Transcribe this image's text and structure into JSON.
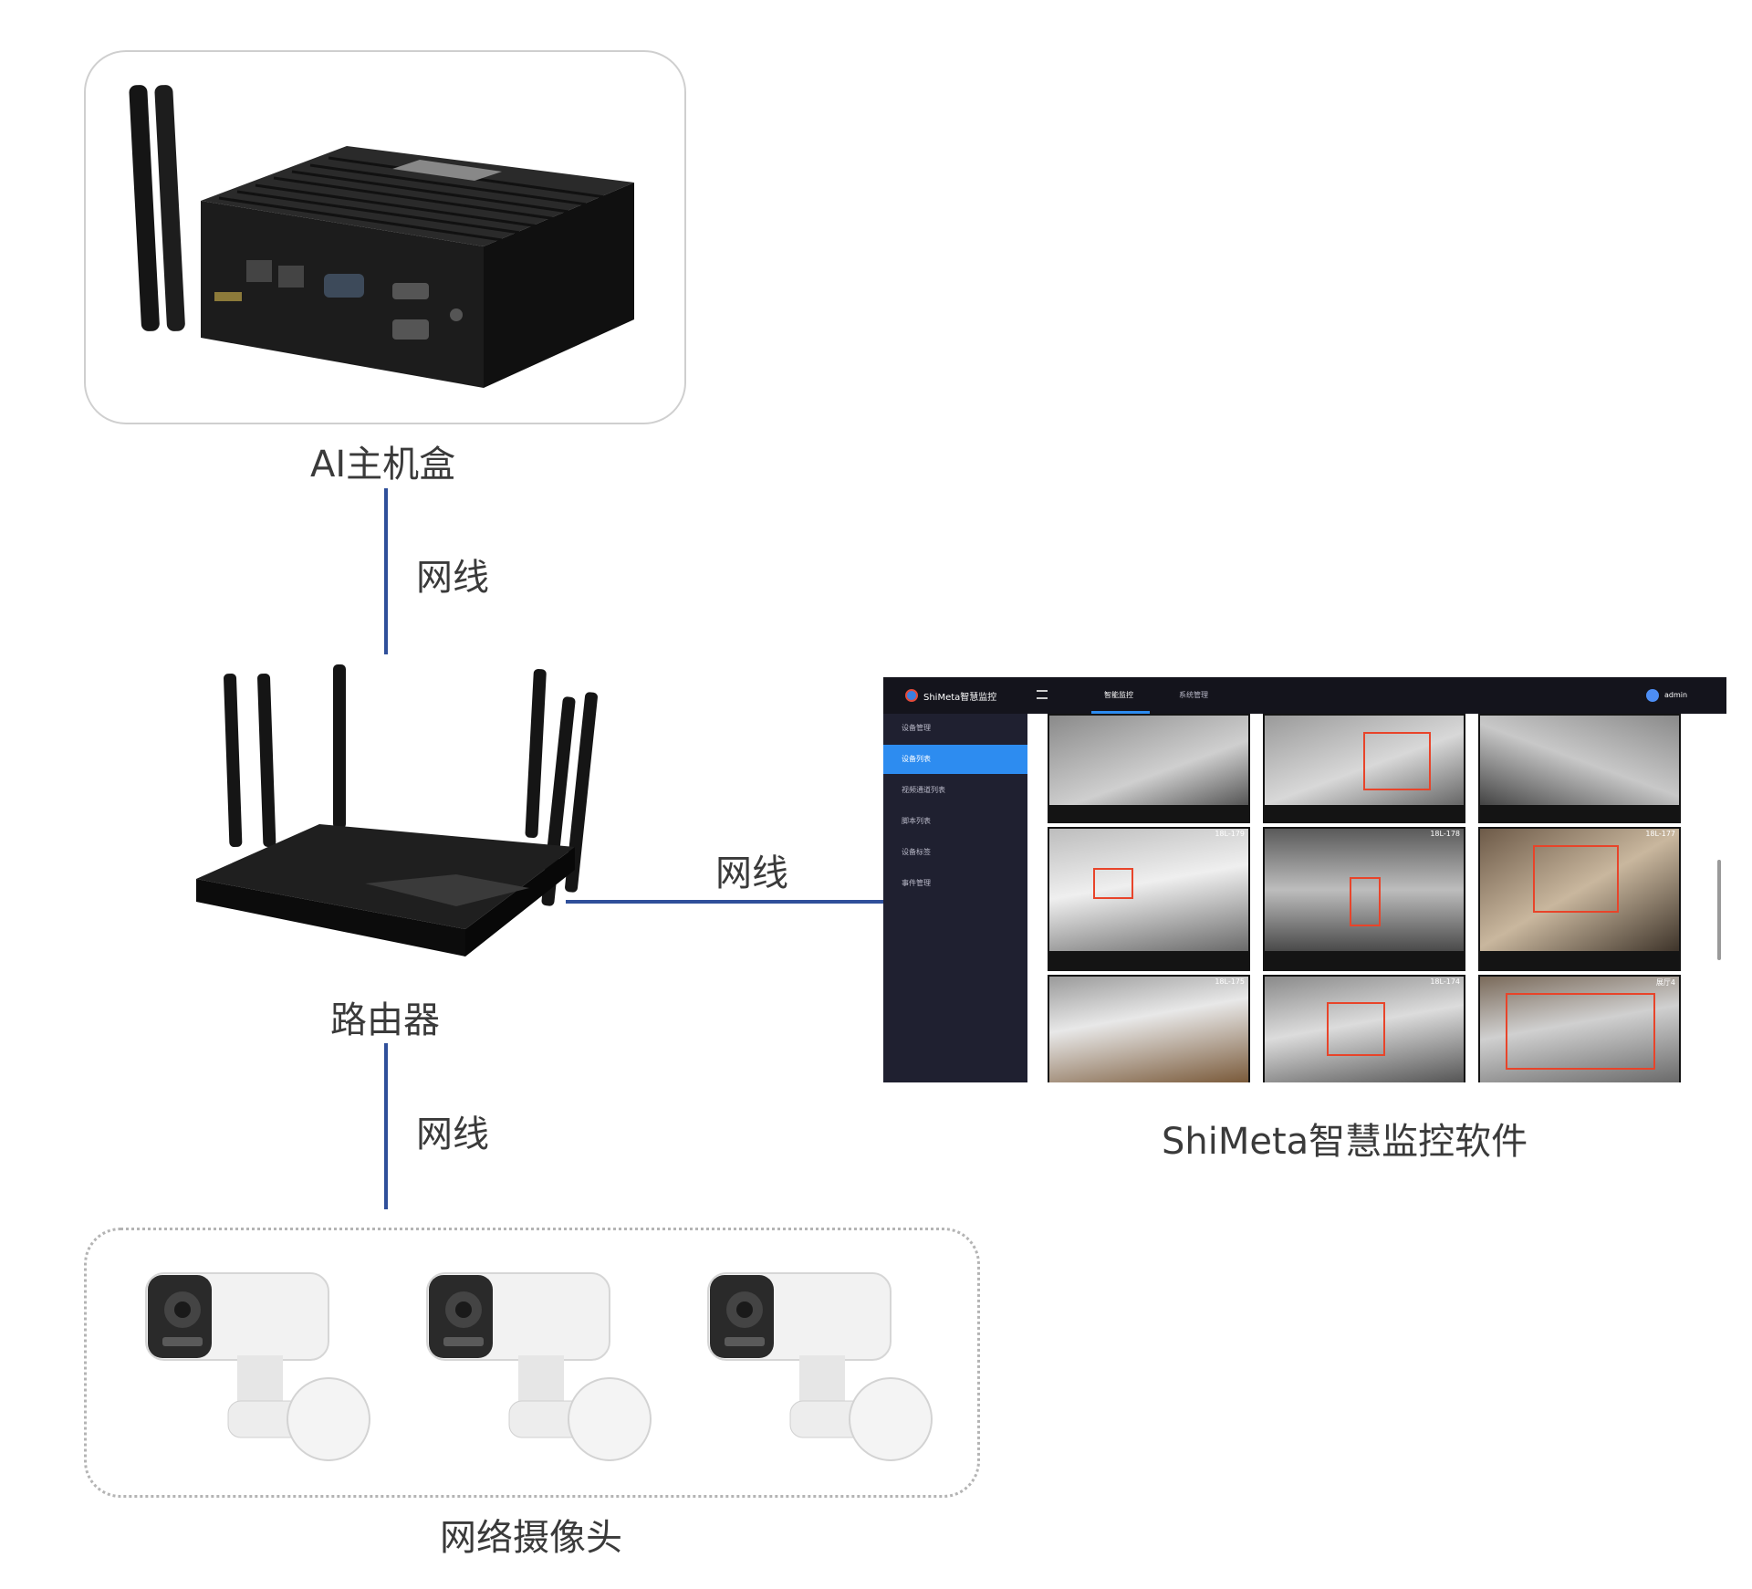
{
  "labels": {
    "ai_box": "AI主机盒",
    "cable_top": "网线",
    "cable_right": "网线",
    "router": "路由器",
    "cable_bottom": "网线",
    "cameras": "网络摄像头",
    "software": "ShiMeta智慧监控软件"
  },
  "app": {
    "brand": "ShiMeta智慧监控",
    "nav_tabs": [
      {
        "label": "智能监控",
        "active": true
      },
      {
        "label": "系统管理",
        "active": false
      }
    ],
    "user": "admin",
    "sidebar": [
      {
        "label": "设备管理",
        "type": "group"
      },
      {
        "label": "设备列表",
        "type": "item",
        "active": true
      },
      {
        "label": "视频通道列表",
        "type": "item"
      },
      {
        "label": "脚本列表",
        "type": "item"
      },
      {
        "label": "设备标签",
        "type": "item"
      },
      {
        "label": "事件管理",
        "type": "group"
      }
    ],
    "tiles": [
      "",
      "",
      "",
      "18L-179",
      "18L-178",
      "18L-177",
      "18L-175",
      "18L-174",
      "展厅4"
    ]
  },
  "colors": {
    "line": "#2f4f9a",
    "accent": "#2d8cf0",
    "detection": "#e8442a"
  }
}
